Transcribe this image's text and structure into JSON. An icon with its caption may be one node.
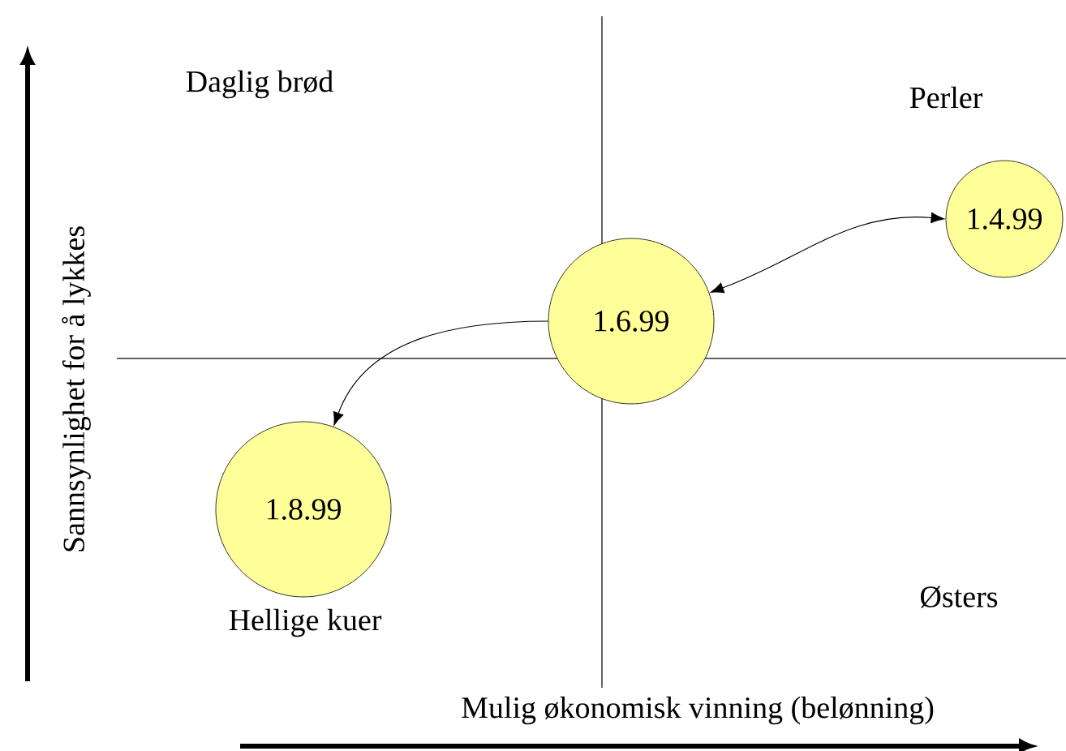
{
  "diagram": {
    "nodes": [
      {
        "text": [
          "1.4.99"
        ]
      },
      {
        "text": [
          "1.6.99"
        ]
      },
      {
        "text": [
          "1.8.99"
        ]
      }
    ],
    "edges": [
      {
        "from": 0,
        "to": 1,
        "arrow": "both"
      },
      {
        "from": 1,
        "to": 2,
        "arrow": "to"
      }
    ],
    "labels": [
      "Daglig brød",
      "Perler",
      "Sannsynlighet for å lykkes",
      "Hellige kuer",
      "Østers",
      "Mulig økonomisk vinning (belønning)"
    ]
  }
}
